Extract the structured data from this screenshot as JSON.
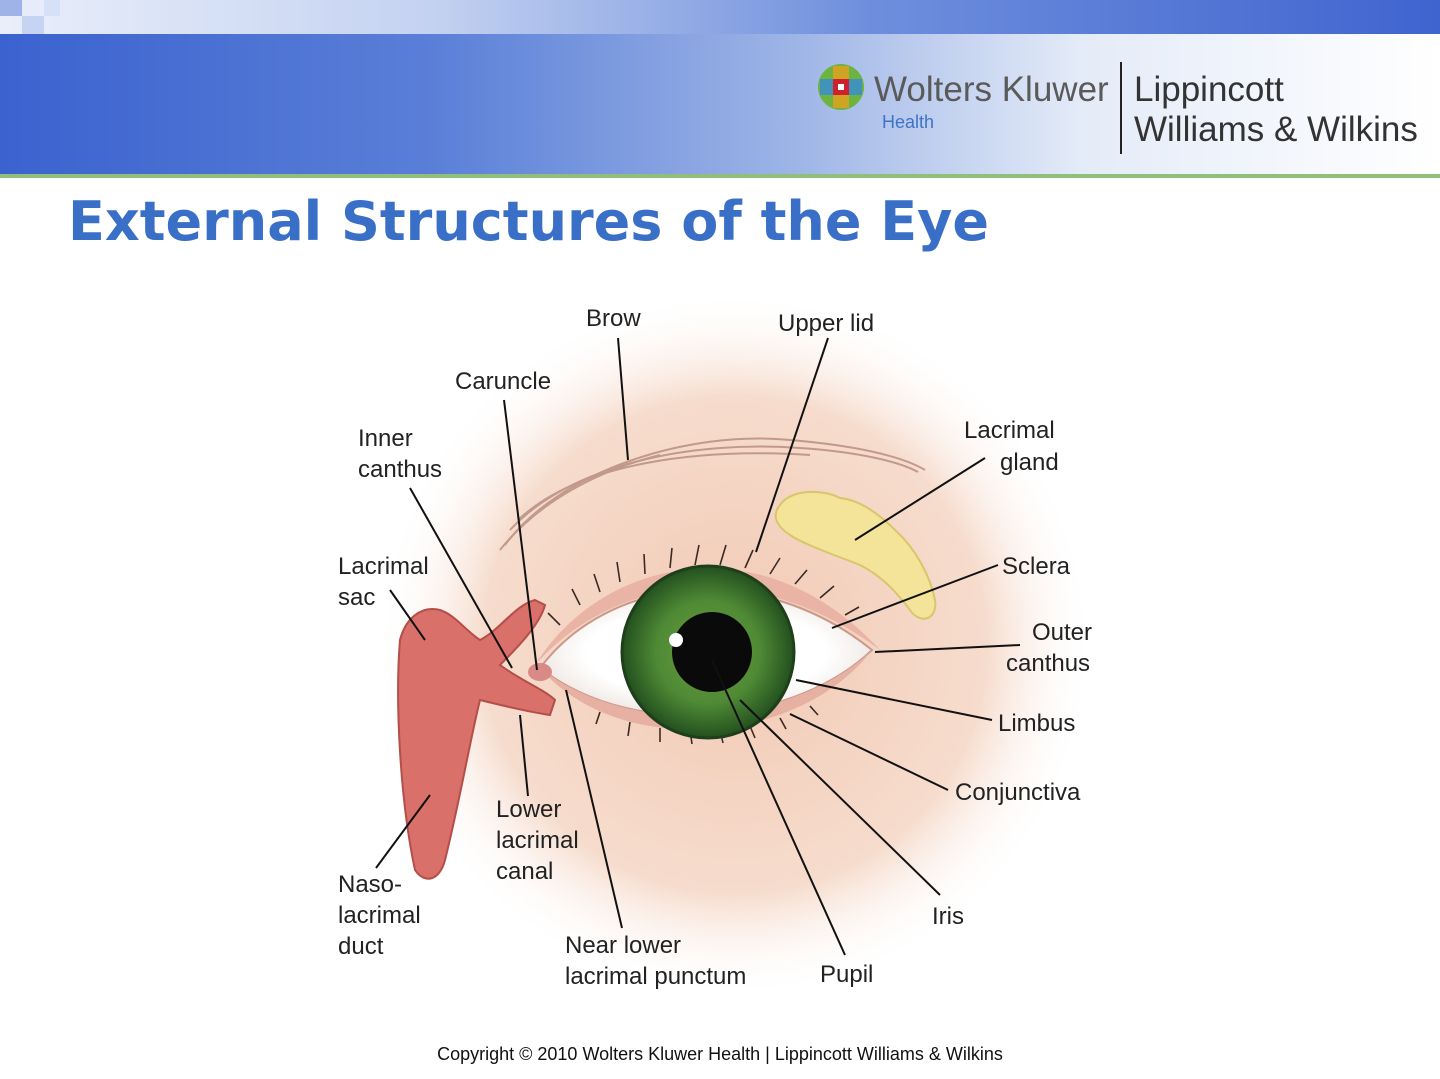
{
  "header": {
    "publisher": "Wolters Kluwer",
    "division": "Health",
    "imprint_line1": "Lippincott",
    "imprint_line2": "Williams & Wilkins"
  },
  "slide": {
    "title": "External Structures of the Eye"
  },
  "labels": {
    "brow": "Brow",
    "upper_lid": "Upper lid",
    "caruncle": "Caruncle",
    "inner_canthus_1": "Inner",
    "inner_canthus_2": "canthus",
    "lacrimal_gland_1": "Lacrimal",
    "lacrimal_gland_2": "gland",
    "lacrimal_sac_1": "Lacrimal",
    "lacrimal_sac_2": "sac",
    "sclera": "Sclera",
    "outer_canthus_1": "Outer",
    "outer_canthus_2": "canthus",
    "limbus": "Limbus",
    "conjunctiva": "Conjunctiva",
    "lower_canal_1": "Lower",
    "lower_canal_2": "lacrimal",
    "lower_canal_3": "canal",
    "naso_1": "Naso-",
    "naso_2": "lacrimal",
    "naso_3": "duct",
    "iris": "Iris",
    "punctum_1": "Near lower",
    "punctum_2": "lacrimal punctum",
    "pupil": "Pupil"
  },
  "footer": {
    "copyright": "Copyright © 2010 Wolters Kluwer Health | Lippincott Williams & Wilkins"
  },
  "colors": {
    "title": "#3a6fc8",
    "banner": "#3b62cf",
    "iris": "#3f7a33",
    "skin": "#f3d3c2",
    "gland": "#f4e49a",
    "duct": "#d9706a"
  },
  "icons": [
    "wolters-kluwer-logo-icon"
  ]
}
